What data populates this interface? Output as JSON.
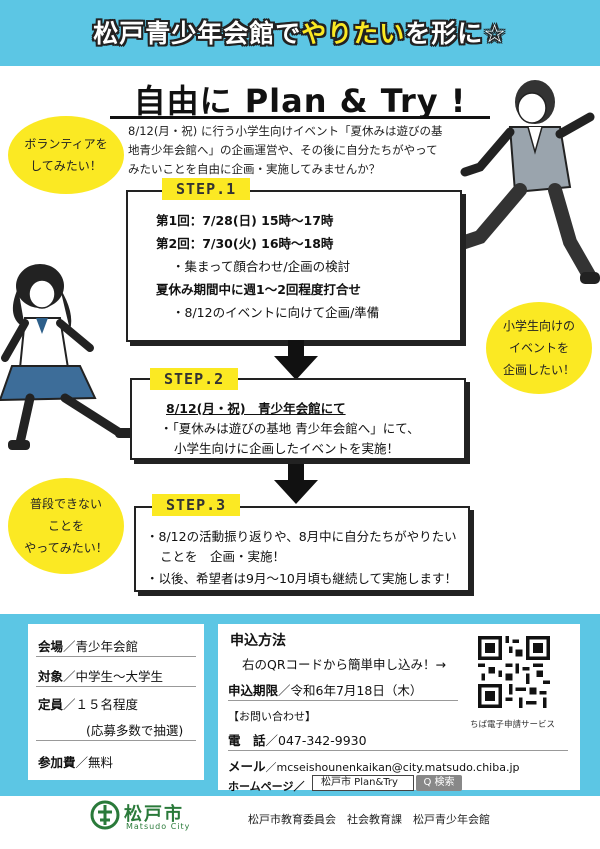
{
  "header": {
    "title_pre": "松戸青少年会館で",
    "title_highlight": "やりたい",
    "title_post": "を形に",
    "title_star": "☆"
  },
  "main_title": "自由に Plan & Try !",
  "intro": {
    "line1": "8/12(月・祝) に行う小学生向けイベント「夏休みは遊びの基",
    "line2": "地青少年会館へ」の企画運営や、その後に自分たちがやって",
    "line3": "みたいことを自由に企画・実施してみませんか？"
  },
  "bubbles": {
    "volunteer": [
      "ボランティアを",
      "してみたい！"
    ],
    "plan_event": [
      "小学生向けの",
      "イベントを",
      "企画したい！"
    ],
    "unusual": [
      "普段できない",
      "ことを",
      "やってみたい！"
    ]
  },
  "step1": {
    "label": "STEP.1",
    "session1": "第1回：7/28(日) 15時〜17時",
    "session2": "第2回：7/30(火) 16時〜18時",
    "bullet1": "・集まって顔合わせ/企画の検討",
    "weekly": "夏休み期間中に週1〜2回程度打合せ",
    "bullet2": "・8/12のイベントに向けて企画/準備"
  },
  "step2": {
    "label": "STEP.2",
    "date": "8/12(月・祝)　青少年会館にて",
    "bullet_line1": "・「夏休みは遊びの基地 青少年会館へ」にて、",
    "bullet_line2": "小学生向けに企画したイベントを実施！"
  },
  "step3": {
    "label": "STEP.3",
    "bullet1_line1": "・8/12の活動振り返りや、8月中に自分たちがやりたい",
    "bullet1_line2": "ことを　企画・実施！",
    "bullet2": "・以後、希望者は9月〜10月頃も継続して実施します！"
  },
  "info_left": {
    "venue_key": "会場",
    "venue_val": "／青少年会館",
    "target_key": "対象",
    "target_val": "／中学生〜大学生",
    "capacity_key": "定員",
    "capacity_val": "／１５名程度",
    "capacity_note": "(応募多数で抽選)",
    "fee_key": "参加費",
    "fee_val": "／無料"
  },
  "info_right": {
    "apply_heading": "申込方法",
    "apply_text": "右のQRコードから簡単申し込み！→",
    "deadline_key": "申込期限",
    "deadline_val": "／令和6年7月18日（木）",
    "contact_heading": "【お問い合わせ】",
    "phone_key": "電　話",
    "phone_val": "／047-342-9930",
    "mail_key": "メール",
    "mail_val": "／mcseishounenkaikan@city.matsudo.chiba.jp",
    "homepage_key": "ホームページ／",
    "search_text": "松戸市  Plan&Try",
    "search_button": "Q 検索",
    "qr_caption": "ちば電子申請サービス"
  },
  "footer": {
    "logo_name": "松戸市",
    "logo_sub": "Matsudo City",
    "org": "松戸市教育委員会　社会教育課　松戸青少年会館"
  },
  "colors": {
    "accent_blue": "#5cc6e4",
    "accent_yellow": "#fbe923",
    "logo_green": "#2a7a3a"
  }
}
